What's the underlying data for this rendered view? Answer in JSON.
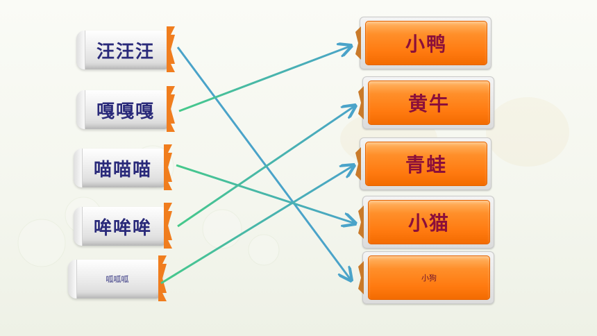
{
  "left_items": [
    {
      "id": "l1",
      "label": "汪汪汪",
      "small": false
    },
    {
      "id": "l2",
      "label": "嘎嘎嘎",
      "small": false
    },
    {
      "id": "l3",
      "label": "喵喵喵",
      "small": false
    },
    {
      "id": "l4",
      "label": "哞哞哞",
      "small": false
    },
    {
      "id": "l5",
      "label": "呱呱呱",
      "small": true
    }
  ],
  "right_items": [
    {
      "id": "r1",
      "label": "小鸭",
      "small": false
    },
    {
      "id": "r2",
      "label": "黄牛",
      "small": false
    },
    {
      "id": "r3",
      "label": "青蛙",
      "small": false
    },
    {
      "id": "r4",
      "label": "小猫",
      "small": false
    },
    {
      "id": "r5",
      "label": "小狗",
      "small": true
    }
  ],
  "connections": [
    {
      "from": "l1",
      "to": "r5",
      "color": "#4aa3c9"
    },
    {
      "from": "l2",
      "to": "r1",
      "color": "#46c98a"
    },
    {
      "from": "l3",
      "to": "r4",
      "color": "#46c98a"
    },
    {
      "from": "l4",
      "to": "r2",
      "color": "#46c98a"
    },
    {
      "from": "l5",
      "to": "r3",
      "color": "#46c98a"
    }
  ],
  "colors": {
    "spool_text": "#2a2a7a",
    "button_text": "#8b0f3a",
    "button_orange": "#ff7a10",
    "arrow_blue": "#4aa3c9",
    "arrow_green": "#46c98a"
  }
}
